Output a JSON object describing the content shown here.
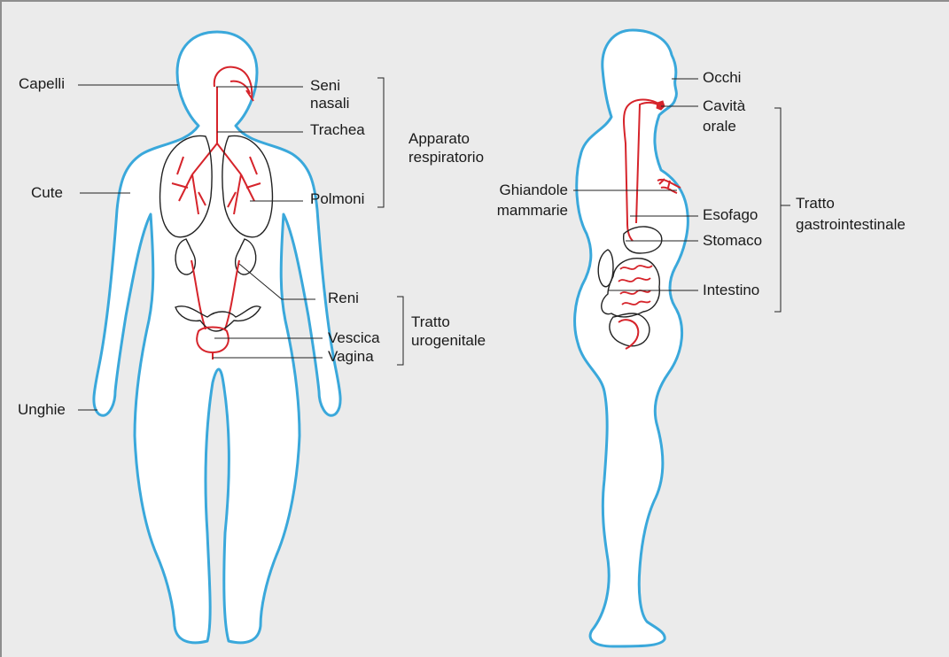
{
  "colors": {
    "background": "#ebebeb",
    "body_fill": "#ffffff",
    "body_outline": "#3aa8db",
    "organ_red": "#d6242b",
    "organ_outline": "#222222",
    "leader_line": "#222222"
  },
  "front_figure": {
    "labels": {
      "hair": "Capelli",
      "skin": "Cute",
      "nails": "Unghie",
      "sinuses_1": "Seni",
      "sinuses_2": "nasali",
      "trachea": "Trachea",
      "lungs": "Polmoni",
      "kidneys": "Reni",
      "bladder": "Vescica",
      "vagina": "Vagina"
    },
    "groups": {
      "respiratory_1": "Apparato",
      "respiratory_2": "respiratorio",
      "urogenital_1": "Tratto",
      "urogenital_2": "urogenitale"
    }
  },
  "side_figure": {
    "labels": {
      "eyes": "Occhi",
      "oral_1": "Cavità",
      "oral_2": "orale",
      "mammary_1": "Ghiandole",
      "mammary_2": "mammarie",
      "esophagus": "Esofago",
      "stomach": "Stomaco",
      "intestine": "Intestino"
    },
    "groups": {
      "gi_1": "Tratto",
      "gi_2": "gastrointestinale"
    }
  }
}
